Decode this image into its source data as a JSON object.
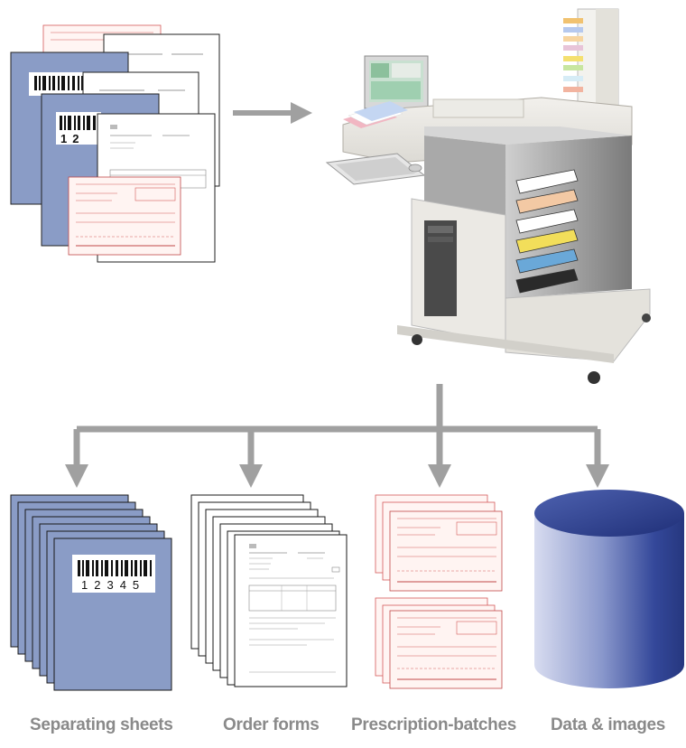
{
  "captions": {
    "separating_sheets": "Separating sheets",
    "order_forms": "Order forms",
    "prescription_batches": "Prescription-batches",
    "data_images": "Data & images"
  },
  "barcode": {
    "digits_large": "12345",
    "digits_small": "12"
  },
  "colors": {
    "separator_sheet": "#8a9cc6",
    "arrow": "#a0a0a0",
    "caption": "#8a8a8a",
    "prescription_ink": "#d45a5a",
    "cylinder": "#2a3f8f"
  }
}
